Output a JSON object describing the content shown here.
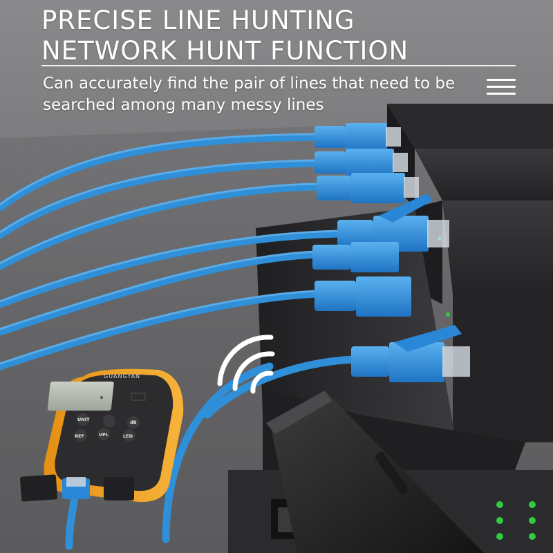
{
  "headline": {
    "line1": "PRECISE LINE HUNTING",
    "line2": "NETWORK HUNT FUNCTION"
  },
  "description": "Can accurately find the pair of lines that need to be searched among many messy lines",
  "device": {
    "brand": "GUANGYAN",
    "keys": [
      "UNIT",
      "VPL",
      "dB",
      "REF",
      "LED"
    ]
  },
  "icons": [
    "menu-icon",
    "signal-waves-icon"
  ],
  "colors": {
    "cable_blue": "#2f8fd8",
    "connector_blue": "#2a86d6",
    "device_orange": "#f2a322",
    "switch_dark": "#2b2b2d",
    "led_green": "#2ecc40"
  }
}
